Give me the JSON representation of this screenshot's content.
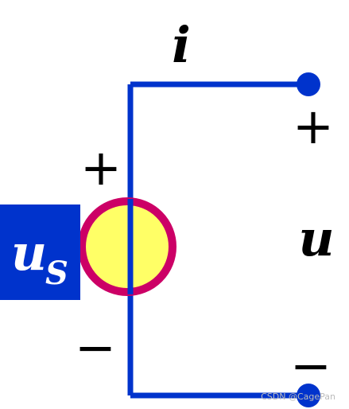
{
  "labels": {
    "current": "i",
    "voltage": "u",
    "source_main": "u",
    "source_sub": "S",
    "top_plus": "+",
    "top_minus": "−",
    "source_plus": "+",
    "source_minus": "−"
  },
  "watermark": "CSDN @CagePan",
  "colors": {
    "wire": "#0033cc",
    "terminal": "#0033cc",
    "source_ring": "#cc0066",
    "source_fill": "#ffff66",
    "label_box": "#0033cc",
    "label_box_text": "#ffffff",
    "text": "#000000",
    "watermark": "#bbbbbb"
  }
}
